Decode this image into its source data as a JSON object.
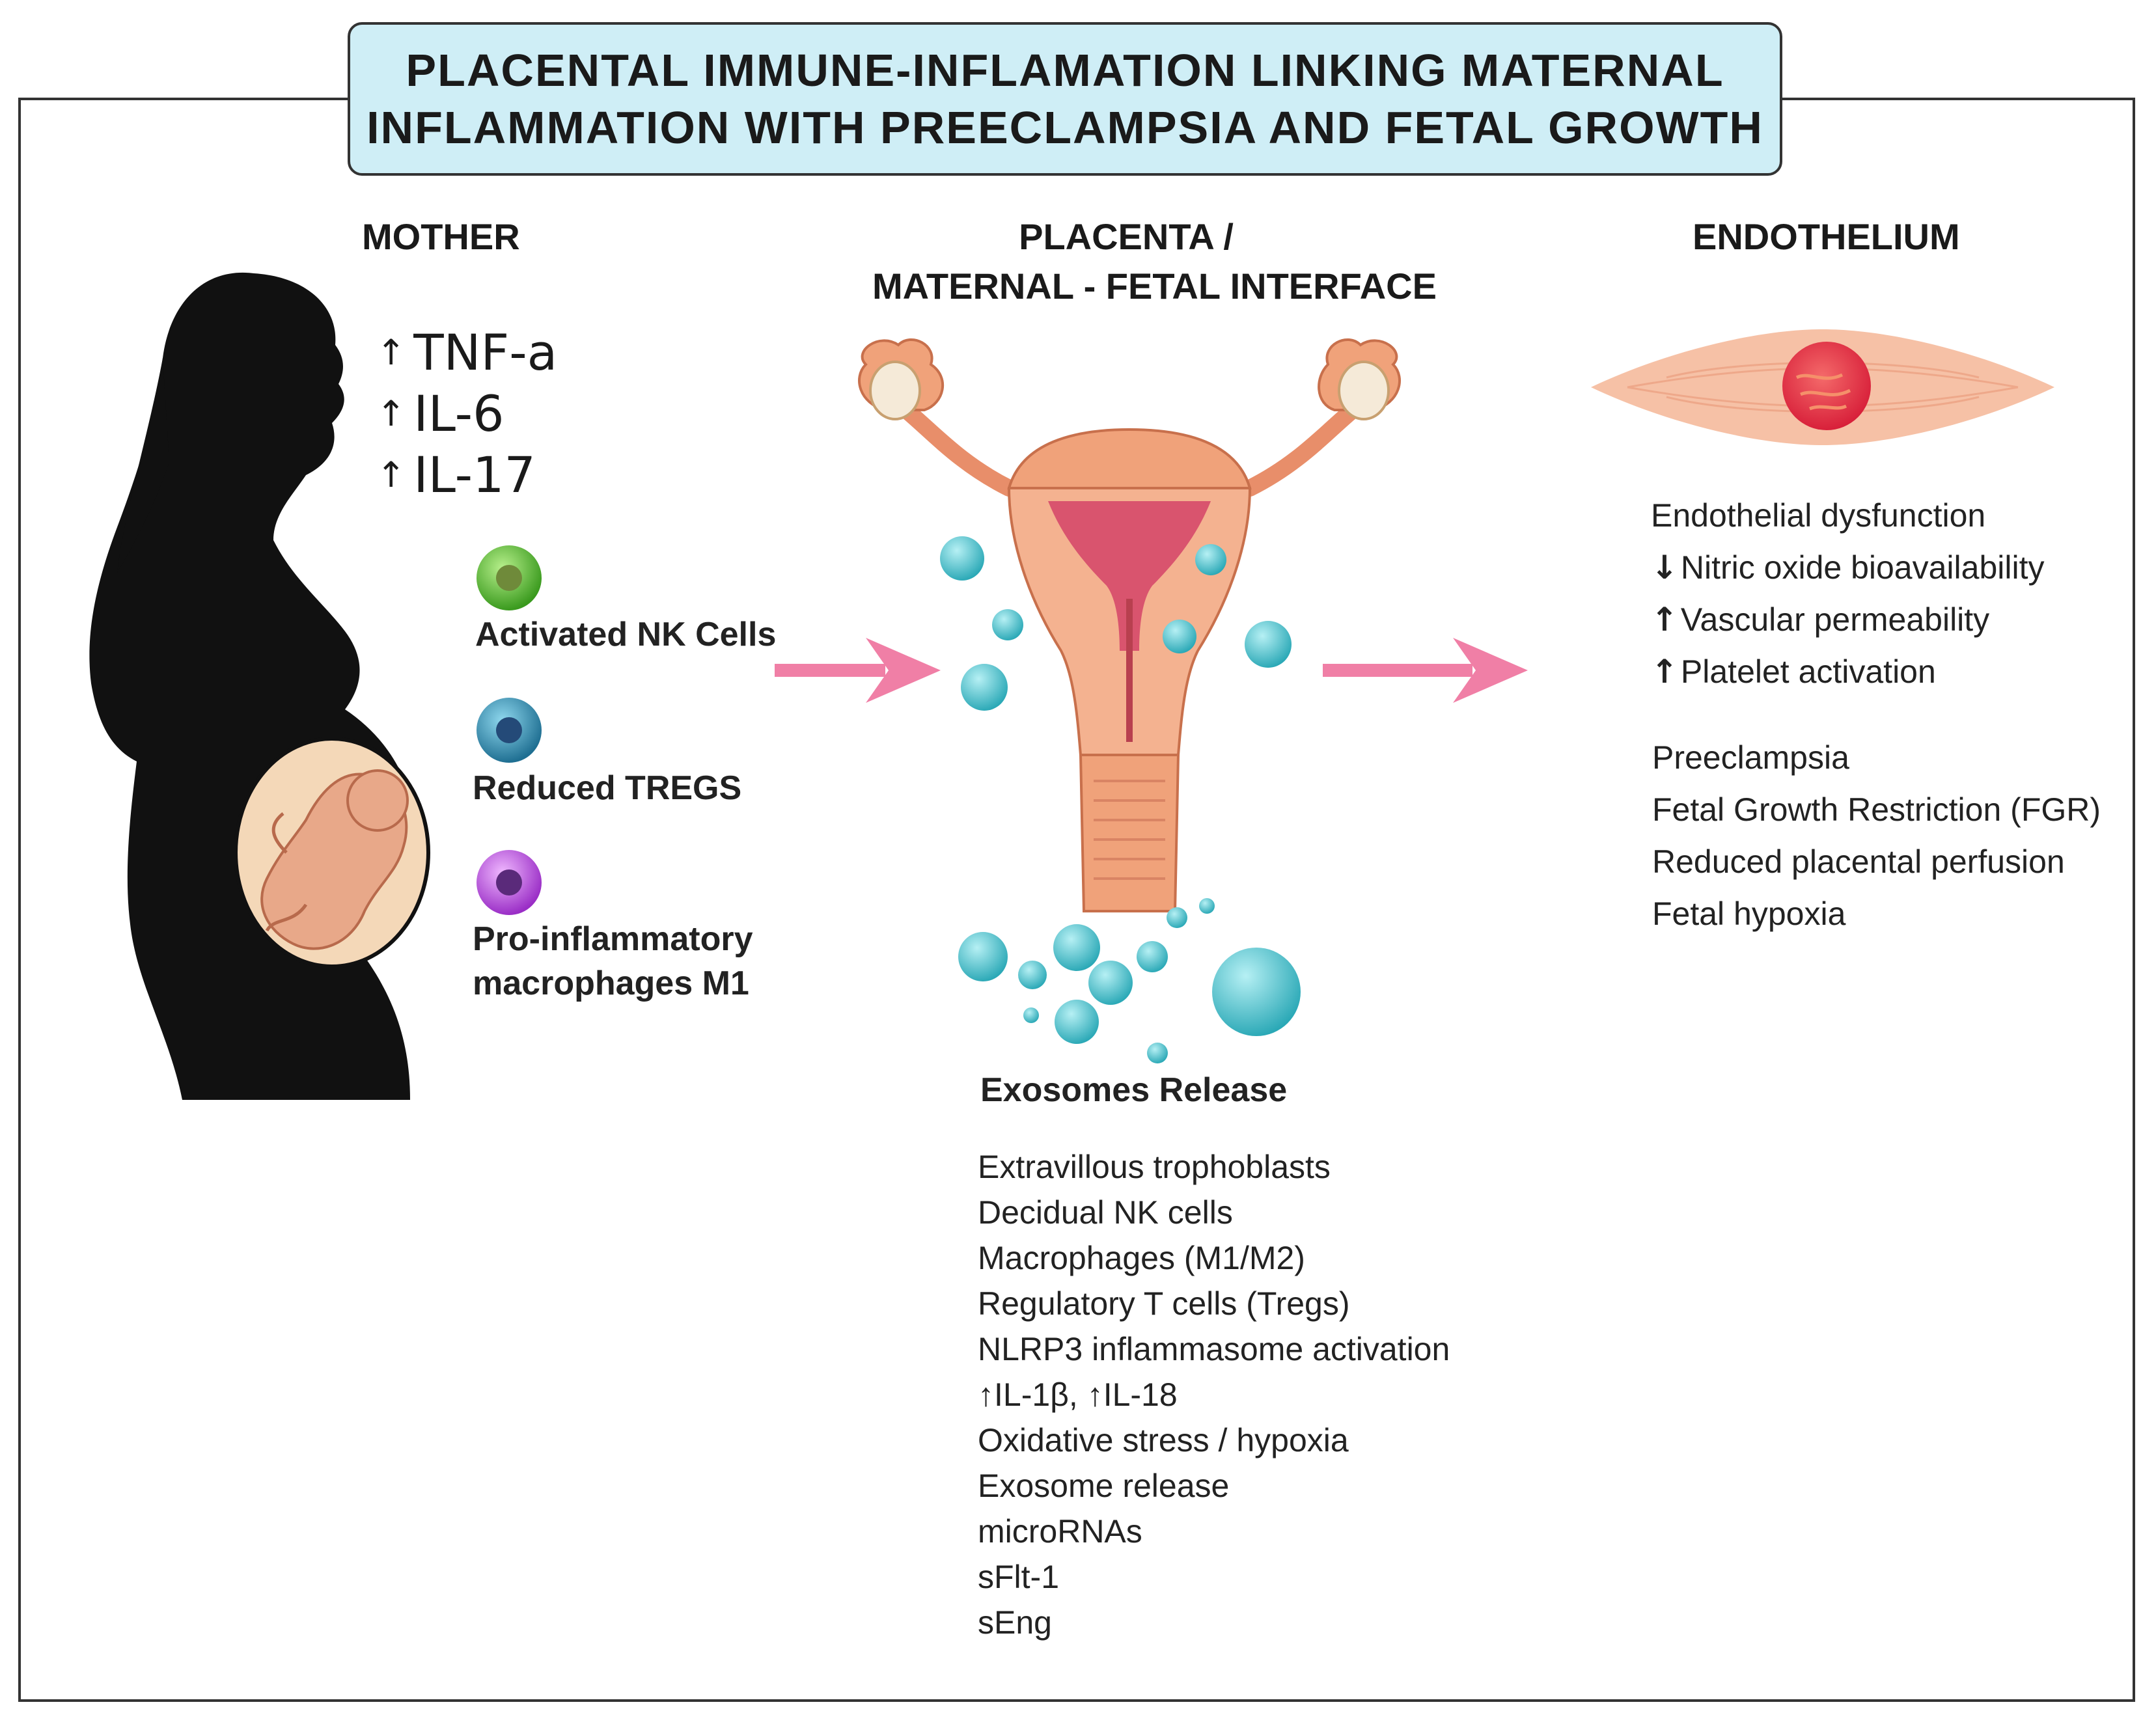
{
  "title": {
    "line1": "PLACENTAL IMMUNE-INFLAMATION LINKING MATERNAL",
    "line2": "INFLAMMATION WITH PREECLAMPSIA AND FETAL GROWTH"
  },
  "mother": {
    "heading": "MOTHER",
    "cytokines": [
      {
        "arrow": "↑",
        "label": "TNF-a"
      },
      {
        "arrow": "↑",
        "label": "IL-6"
      },
      {
        "arrow": "↑",
        "label": "IL-17"
      }
    ],
    "cells": [
      {
        "label": "Activated NK Cells",
        "color": "#5cc43a"
      },
      {
        "label": "Reduced TREGS",
        "color": "#2a8fb0"
      },
      {
        "label": "Pro-inflammatory",
        "label2": "macrophages M1",
        "color": "#b24fd6"
      }
    ]
  },
  "placenta": {
    "heading_line1": "PLACENTA /",
    "heading_line2": "MATERNAL - FETAL INTERFACE",
    "exosomes_label": "Exosomes Release",
    "items": [
      "Extravillous trophoblasts",
      "Decidual NK cells",
      "Macrophages (M1/M2)",
      "Regulatory T cells (Tregs)",
      "NLRP3 inflammasome activation",
      "↑IL-1β, ↑IL-18",
      "Oxidative stress / hypoxia",
      "Exosome release",
      "microRNAs",
      "sFlt-1",
      "sEng"
    ]
  },
  "endothelium": {
    "heading": "ENDOTHELIUM",
    "effects": [
      {
        "arrow": "",
        "label": "Endothelial dysfunction"
      },
      {
        "arrow": "↓",
        "label": "Nitric oxide bioavailability"
      },
      {
        "arrow": "↑",
        "label": "Vascular permeability"
      },
      {
        "arrow": "↑",
        "label": "Platelet activation"
      }
    ],
    "outcomes": [
      "Preeclampsia",
      "Fetal Growth Restriction (FGR)",
      "Reduced placental perfusion",
      "Fetal hypoxia"
    ]
  },
  "colors": {
    "arrow": "#f07fa6",
    "exosome": "#3bbcc8",
    "title_bg": "#cfeef6",
    "uterus": "#f0a27a",
    "endothelial_cell": "#f6c1a6",
    "nucleus": "#e63a4c"
  }
}
